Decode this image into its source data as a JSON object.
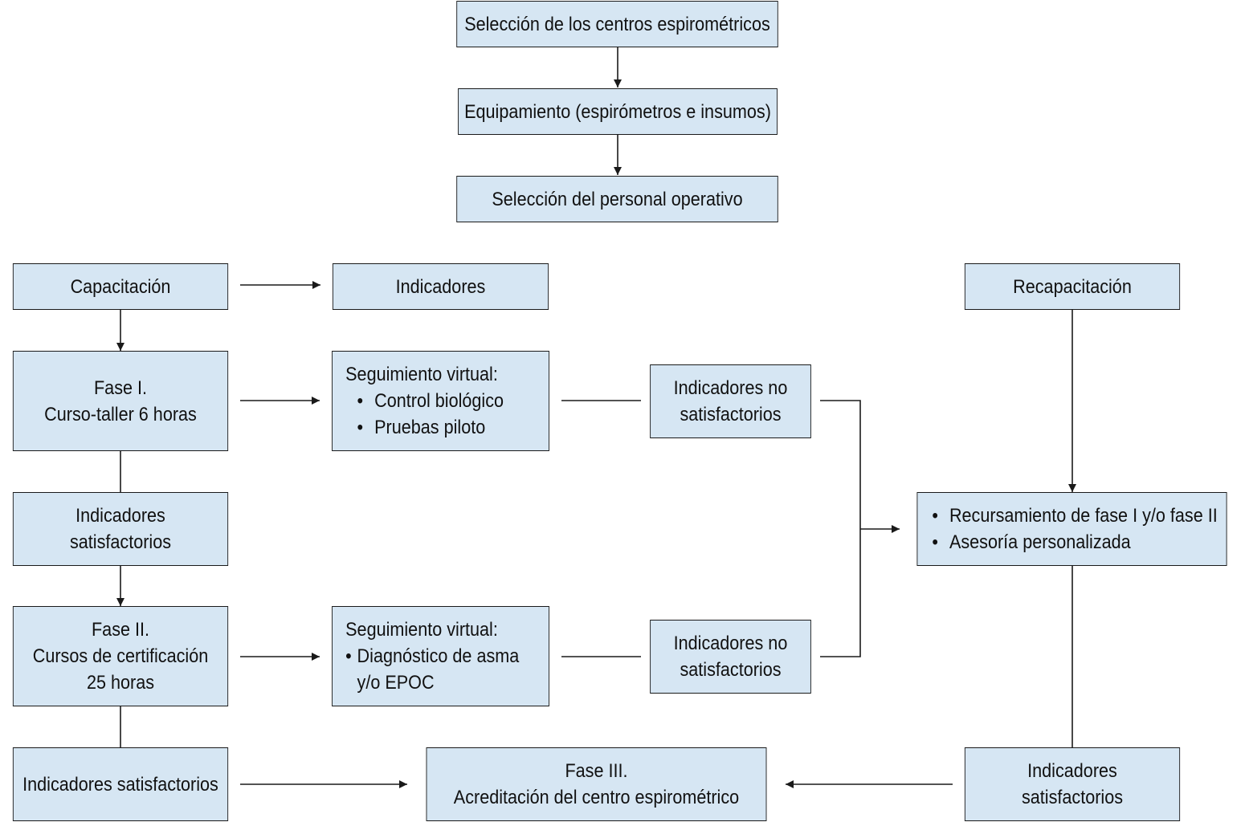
{
  "diagram": {
    "top": {
      "seleccion_centros": "Selección de los centros espirométricos",
      "equipamiento": "Equipamiento (espirómetros e insumos)",
      "seleccion_personal": "Selección del personal operativo"
    },
    "left": {
      "capacitacion": "Capacitación",
      "indicadores": "Indicadores",
      "fase1": {
        "line1": "Fase I.",
        "line2": "Curso-taller 6 horas"
      },
      "satisfactorios1": {
        "line1": "Indicadores",
        "line2": "satisfactorios"
      },
      "fase2": {
        "line1": "Fase II.",
        "line2": "Cursos de certificación",
        "line3": "25 horas"
      },
      "satisfactorios2": "Indicadores satisfactorios"
    },
    "seguimiento1": {
      "title": "Seguimiento virtual:",
      "items": [
        "Control biológico",
        "Pruebas piloto"
      ]
    },
    "seguimiento2": {
      "title": "Seguimiento virtual:",
      "item": "Diagnóstico de asma",
      "item_cont": "y/o EPOC"
    },
    "no_satisfactorios1": {
      "line1": "Indicadores no",
      "line2": "satisfactorios"
    },
    "no_satisfactorios2": {
      "line1": "Indicadores no",
      "line2": "satisfactorios"
    },
    "right": {
      "recapacitacion": "Recapacitación",
      "recursamiento_items": [
        "Recursamiento de fase I y/o fase II",
        "Asesoría personalizada"
      ],
      "satisfactorios3": {
        "line1": "Indicadores",
        "line2": "satisfactorios"
      }
    },
    "fase3": {
      "line1": "Fase III.",
      "line2": "Acreditación del centro espirométrico"
    },
    "bullet_glyph": "•",
    "colors": {
      "box_fill": "#d6e6f3",
      "stroke": "#1a1a1a"
    }
  }
}
